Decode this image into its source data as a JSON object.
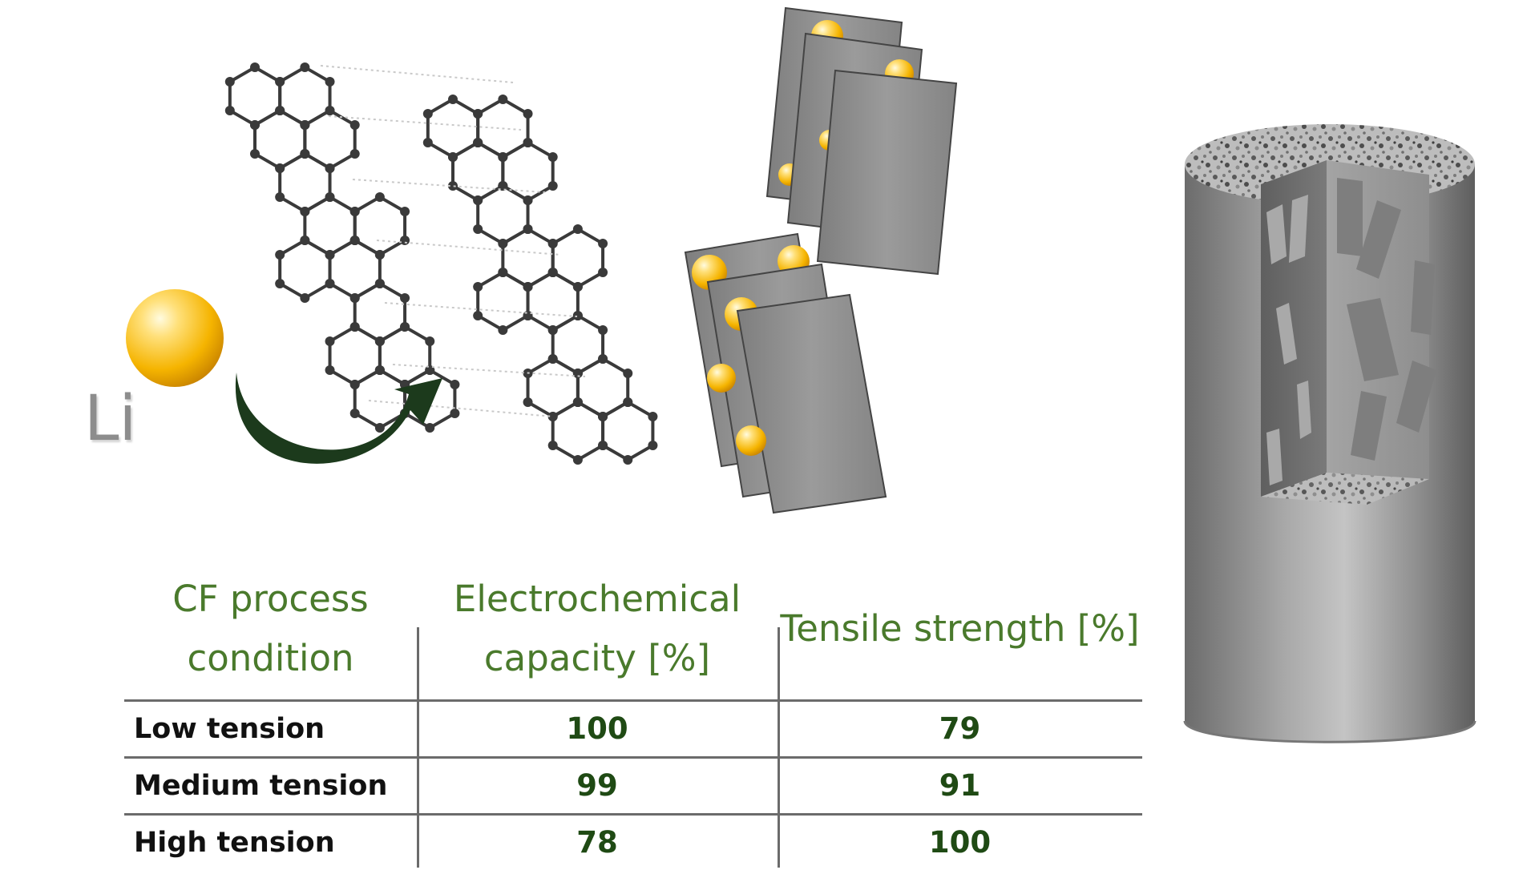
{
  "figure": {
    "ion_label": "Li"
  },
  "table": {
    "headers": {
      "condition": "CF process condition",
      "capacity": "Electrochemical capacity [%]",
      "strength": "Tensile strength [%]"
    },
    "rows": [
      {
        "condition": "Low tension",
        "capacity": "100",
        "strength": "79"
      },
      {
        "condition": "Medium tension",
        "capacity": "99",
        "strength": "91"
      },
      {
        "condition": "High tension",
        "capacity": "78",
        "strength": "100"
      }
    ]
  },
  "colors": {
    "header_text": "#4a7a2c",
    "value_text": "#1f4a14",
    "arrow": "#1c3a1c",
    "lithium": "#f5b400",
    "sheet": "#8c8c8c"
  }
}
